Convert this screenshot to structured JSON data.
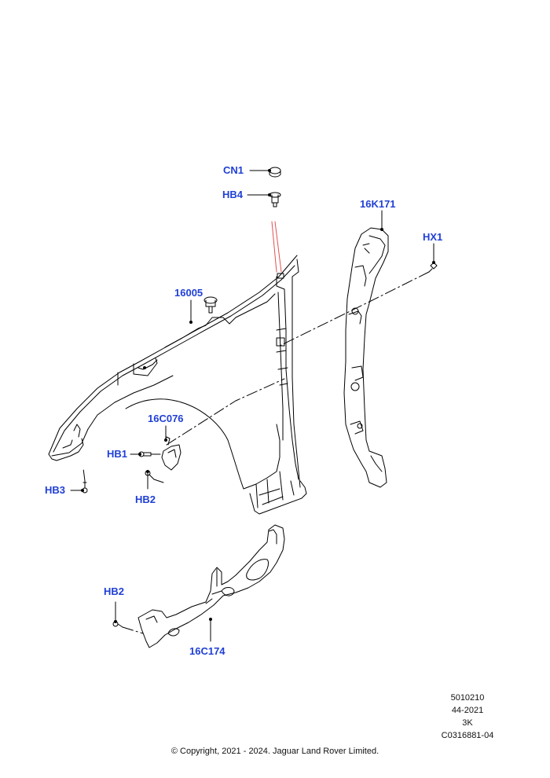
{
  "callouts": {
    "cn1": "CN1",
    "hb4": "HB4",
    "p16k171": "16K171",
    "hx1": "HX1",
    "p16005": "16005",
    "p16c076": "16C076",
    "hb1": "HB1",
    "hb3": "HB3",
    "hb2_upper": "HB2",
    "hb2_lower": "HB2",
    "p16c174": "16C174"
  },
  "reference": {
    "line1": "5010210",
    "line2": "44-2021",
    "line3": "3K",
    "line4": "C0316881-04"
  },
  "copyright": "© Copyright, 2021 - 2024. Jaguar Land Rover Limited.",
  "colors": {
    "callout": "#1f3fd6",
    "lines": "#000000",
    "red_leader": "#e05050"
  }
}
